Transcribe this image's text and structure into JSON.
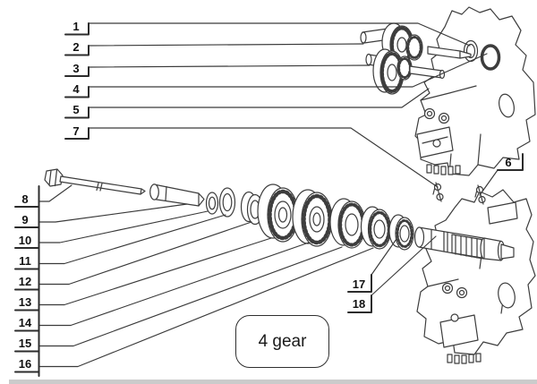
{
  "diagram": {
    "caption": "4 gear",
    "callouts_top": [
      "1",
      "2",
      "3",
      "4",
      "5",
      "7"
    ],
    "callouts_left": [
      "8",
      "9",
      "10",
      "11",
      "12",
      "13",
      "14",
      "15",
      "16"
    ],
    "callout_6": "6",
    "callout_17": "17",
    "callout_18": "18",
    "colors": {
      "line": "#3d3d3d",
      "leader": "#3a3a3a",
      "text": "#111111",
      "background": "#ffffff",
      "scan_edge": "#cbcbcb"
    }
  }
}
